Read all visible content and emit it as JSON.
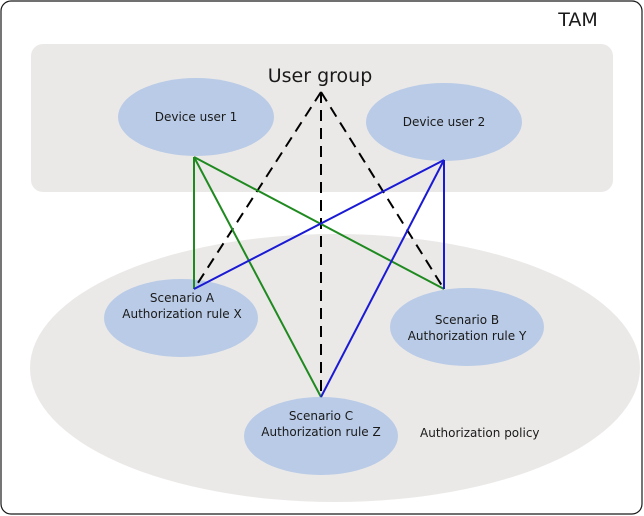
{
  "colors": {
    "frame": "#1a1a1a",
    "panel": "#ebe9e8",
    "node": "#b9cbe6",
    "green": "#1f8a1f",
    "blue": "#1a1ad4",
    "dashed": "#000000"
  },
  "diagram": {
    "container_label": "TAM",
    "user_group_label": "User group",
    "device_users": [
      {
        "label": "Device user 1"
      },
      {
        "label": "Device user 2"
      }
    ],
    "scenarios": [
      {
        "line1": "Scenario A",
        "line2": "Authorization rule X"
      },
      {
        "line1": "Scenario B",
        "line2": "Authorization rule Y"
      },
      {
        "line1": "Scenario C",
        "line2": "Authorization rule Z"
      }
    ],
    "policy_label": "Authorization policy"
  }
}
